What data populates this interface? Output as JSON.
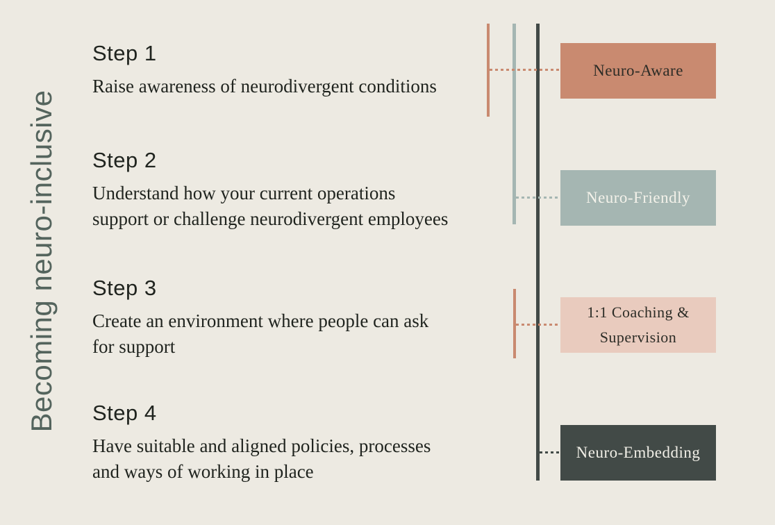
{
  "title": "Becoming neuro-inclusive",
  "steps": [
    {
      "heading": "Step 1",
      "lines": [
        "Raise awareness of neurodivergent conditions",
        ""
      ]
    },
    {
      "heading": "Step 2",
      "lines": [
        "Understand how your current operations",
        "support or challenge neurodivergent employees"
      ]
    },
    {
      "heading": "Step 3",
      "lines": [
        "Create an environment where people can ask",
        "for support"
      ]
    },
    {
      "heading": "Step 4",
      "lines": [
        "Have suitable and aligned policies, processes",
        "and ways of working in place"
      ]
    }
  ],
  "stages": [
    {
      "label": "Neuro-Aware",
      "color": "#c98a70",
      "text_color": "#2c2c26"
    },
    {
      "label": "Neuro-Friendly",
      "color": "#a5b6b2",
      "text_color": "#f4f2ea"
    },
    {
      "label": "1:1 Coaching & Supervision",
      "color": "#e9cbbe",
      "text_color": "#2c2c26"
    },
    {
      "label": "Neuro-Embedding",
      "color": "#424a47",
      "text_color": "#f1efe7"
    }
  ],
  "colors": {
    "background": "#edeae2",
    "title_text": "#54645d",
    "heading_text": "#20241f",
    "body_text": "#1f231e",
    "salmon_line": "#c98a70",
    "sage_line": "#a5b6b2",
    "dark_line": "#424a47"
  }
}
